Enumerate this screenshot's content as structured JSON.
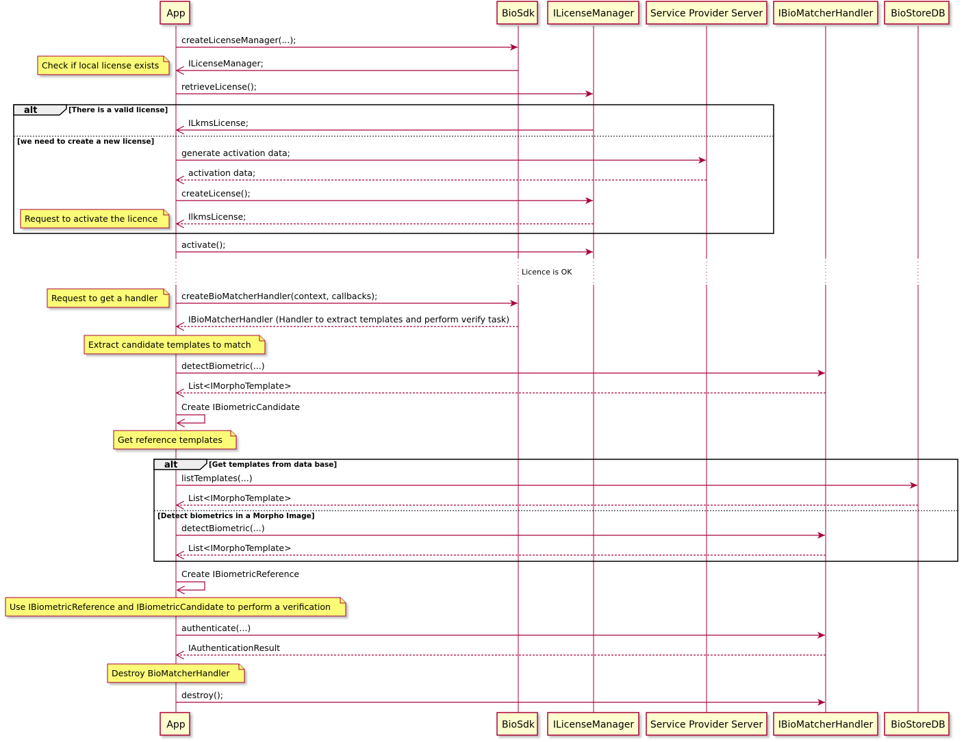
{
  "participants": [
    {
      "id": "app",
      "label": "App"
    },
    {
      "id": "biosdk",
      "label": "BioSdk"
    },
    {
      "id": "ilm",
      "label": "ILicenseManager"
    },
    {
      "id": "sps",
      "label": "Service Provider Server"
    },
    {
      "id": "ibmh",
      "label": "IBioMatcherHandler"
    },
    {
      "id": "bsdb",
      "label": "BioStoreDB"
    }
  ],
  "messages": [
    {
      "label": "createLicenseManager(...);",
      "from": "app",
      "to": "biosdk",
      "type": "sync"
    },
    {
      "label": "ILicenseManager;",
      "from": "biosdk",
      "to": "app",
      "type": "sync"
    },
    {
      "label": "retrieveLicense();",
      "from": "app",
      "to": "ilm",
      "type": "sync"
    },
    {
      "label": "ILkmsLicense;",
      "from": "ilm",
      "to": "app",
      "type": "sync"
    },
    {
      "label": "generate activation data;",
      "from": "app",
      "to": "sps",
      "type": "sync"
    },
    {
      "label": "activation data;",
      "from": "sps",
      "to": "app",
      "type": "return"
    },
    {
      "label": "createLicense();",
      "from": "app",
      "to": "ilm",
      "type": "sync"
    },
    {
      "label": "IlkmsLicense;",
      "from": "ilm",
      "to": "app",
      "type": "return"
    },
    {
      "label": "activate();",
      "from": "app",
      "to": "ilm",
      "type": "sync"
    },
    {
      "label": "createBioMatcherHandler(context, callbacks);",
      "from": "app",
      "to": "biosdk",
      "type": "sync"
    },
    {
      "label": "IBioMatcherHandler (Handler to extract templates and perform verify task)",
      "from": "biosdk",
      "to": "app",
      "type": "return"
    },
    {
      "label": "detectBiometric(...)",
      "from": "app",
      "to": "ibmh",
      "type": "sync"
    },
    {
      "label": "List<IMorphoTemplate>",
      "from": "ibmh",
      "to": "app",
      "type": "return"
    },
    {
      "label": "Create IBiometricCandidate",
      "from": "app",
      "to": "app",
      "type": "self"
    },
    {
      "label": "listTemplates(...)",
      "from": "app",
      "to": "bsdb",
      "type": "sync"
    },
    {
      "label": "List<IMorphoTemplate>",
      "from": "bsdb",
      "to": "app",
      "type": "return"
    },
    {
      "label": "detectBiometric(...)",
      "from": "app",
      "to": "ibmh",
      "type": "sync"
    },
    {
      "label": "List<IMorphoTemplate>",
      "from": "ibmh",
      "to": "app",
      "type": "return"
    },
    {
      "label": "Create IBiometricReference",
      "from": "app",
      "to": "app",
      "type": "self"
    },
    {
      "label": "authenticate(...)",
      "from": "app",
      "to": "ibmh",
      "type": "sync"
    },
    {
      "label": "IAuthenticationResult",
      "from": "ibmh",
      "to": "app",
      "type": "return"
    },
    {
      "label": "destroy();",
      "from": "app",
      "to": "ibmh",
      "type": "sync"
    }
  ],
  "notes": [
    {
      "text": "Check if local license exists",
      "position": "left"
    },
    {
      "text": "Request to activate the licence",
      "position": "left"
    },
    {
      "text": "Request to get a handler",
      "position": "left"
    },
    {
      "text": "Extract candidate templates to match",
      "position": "over"
    },
    {
      "text": "Get reference templates",
      "position": "over"
    },
    {
      "text": "Use IBiometricReference and IBiometricCandidate to perform a verification",
      "position": "over"
    },
    {
      "text": "Destroy BioMatcherHandler",
      "position": "over"
    }
  ],
  "fragments": [
    {
      "keyword": "alt",
      "conditions": [
        "[There is a valid license]",
        "[we need to create a new license]"
      ]
    },
    {
      "keyword": "alt",
      "conditions": [
        "[Get templates from data base]",
        "[Detect biometrics in a Morpho Image]"
      ]
    }
  ],
  "delay": {
    "text": "Licence is OK"
  },
  "colors": {
    "participant_fill": "#FEFECE",
    "participant_border": "#A80036",
    "arrow": "#A80036",
    "note_fill": "#FBFB77",
    "note_border": "#A80036",
    "fragment_border": "#000000",
    "fragment_tab": "#EEEEEE"
  }
}
